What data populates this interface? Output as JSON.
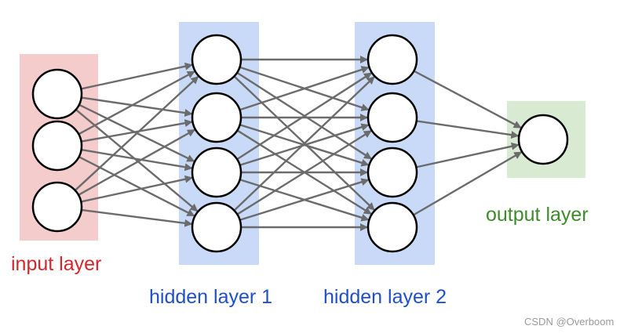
{
  "diagram": {
    "layers": [
      {
        "id": "input",
        "label": "input layer",
        "neurons": 3,
        "box_color": "#f4cccc",
        "label_color": "#d7262b"
      },
      {
        "id": "hidden1",
        "label": "hidden layer 1",
        "neurons": 4,
        "box_color": "#c9daf8",
        "label_color": "#1f4fc9"
      },
      {
        "id": "hidden2",
        "label": "hidden layer 2",
        "neurons": 4,
        "box_color": "#c9daf8",
        "label_color": "#1f4fc9"
      },
      {
        "id": "output",
        "label": "output layer",
        "neurons": 1,
        "box_color": "#d9ead3",
        "label_color": "#3d8b2a"
      }
    ],
    "connection_color": "#6b6b6b",
    "neuron_fill": "#ffffff",
    "neuron_stroke": "#000000"
  },
  "watermark": "CSDN @Overboom"
}
